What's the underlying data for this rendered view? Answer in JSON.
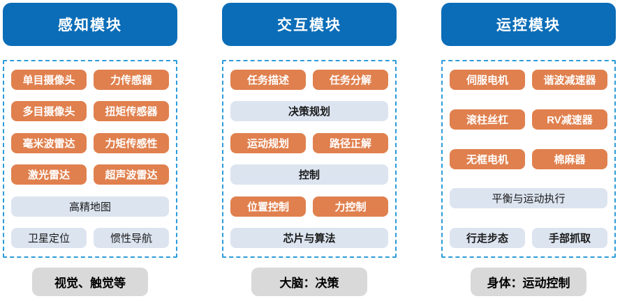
{
  "colors": {
    "header-blue": "#0B6DB7",
    "orange": "#E0804E",
    "light": "#DCE4F0",
    "footer-gray": "#D9D9D9",
    "dashed-blue": "#2D9BD8",
    "text-dark": "#1A1A1A"
  },
  "columns": [
    {
      "title": "感知模块",
      "rows": [
        {
          "cells": [
            {
              "label": "单目摄像头",
              "variant": "orange"
            },
            {
              "label": "力传感器",
              "variant": "orange"
            }
          ]
        },
        {
          "cells": [
            {
              "label": "多目摄像头",
              "variant": "orange"
            },
            {
              "label": "扭矩传感器",
              "variant": "orange"
            }
          ]
        },
        {
          "cells": [
            {
              "label": "毫米波雷达",
              "variant": "orange"
            },
            {
              "label": "力矩传感性",
              "variant": "orange"
            }
          ]
        },
        {
          "cells": [
            {
              "label": "激光雷达",
              "variant": "orange"
            },
            {
              "label": "超声波雷达",
              "variant": "orange"
            }
          ]
        },
        {
          "cells": [
            {
              "label": "高精地图",
              "variant": "light"
            }
          ]
        },
        {
          "cells": [
            {
              "label": "卫星定位",
              "variant": "light"
            },
            {
              "label": "惯性导航",
              "variant": "light"
            }
          ]
        }
      ],
      "footer": "视觉、触觉等"
    },
    {
      "title": "交互模块",
      "rows": [
        {
          "cells": [
            {
              "label": "任务描述",
              "variant": "orange"
            },
            {
              "label": "任务分解",
              "variant": "orange"
            }
          ]
        },
        {
          "cells": [
            {
              "label": "决策规划",
              "variant": "light-bold"
            }
          ]
        },
        {
          "cells": [
            {
              "label": "运动规划",
              "variant": "orange"
            },
            {
              "label": "路径正解",
              "variant": "orange"
            }
          ]
        },
        {
          "cells": [
            {
              "label": "控制",
              "variant": "light-bold"
            }
          ]
        },
        {
          "cells": [
            {
              "label": "位置控制",
              "variant": "orange"
            },
            {
              "label": "力控制",
              "variant": "orange"
            }
          ]
        },
        {
          "cells": [
            {
              "label": "芯片与算法",
              "variant": "light-bold"
            }
          ]
        }
      ],
      "footer": "大脑：决策"
    },
    {
      "title": "运控模块",
      "rows": [
        {
          "cells": [
            {
              "label": "伺服电机",
              "variant": "orange"
            },
            {
              "label": "谐波减速器",
              "variant": "orange"
            }
          ]
        },
        {
          "cells": [
            {
              "label": "滚柱丝杠",
              "variant": "orange"
            },
            {
              "label": "RV减速器",
              "variant": "orange"
            }
          ]
        },
        {
          "cells": [
            {
              "label": "无框电机",
              "variant": "orange"
            },
            {
              "label": "棉麻器",
              "variant": "orange"
            }
          ]
        },
        {
          "cells": [
            {
              "label": "平衡与运动执行",
              "variant": "light"
            }
          ]
        },
        {
          "cells": [
            {
              "label": "行走步态",
              "variant": "light-bold"
            },
            {
              "label": "手部抓取",
              "variant": "light-bold"
            }
          ]
        }
      ],
      "footer": "身体：运动控制"
    }
  ]
}
